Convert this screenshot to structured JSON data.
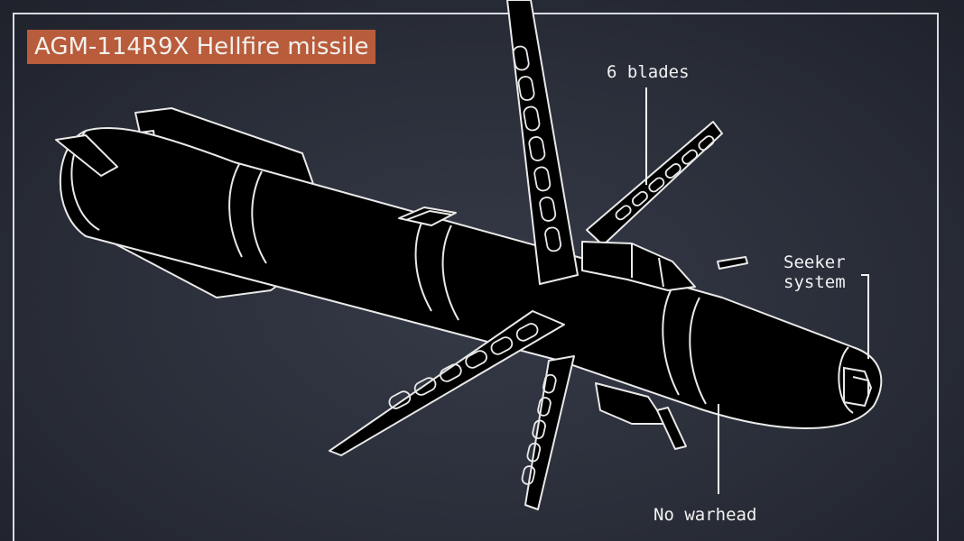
{
  "title": "AGM-114R9X Hellfire missile",
  "labels": {
    "blades": "6 blades",
    "seeker_line1": "Seeker",
    "seeker_line2": "system",
    "warhead": "No warhead"
  }
}
